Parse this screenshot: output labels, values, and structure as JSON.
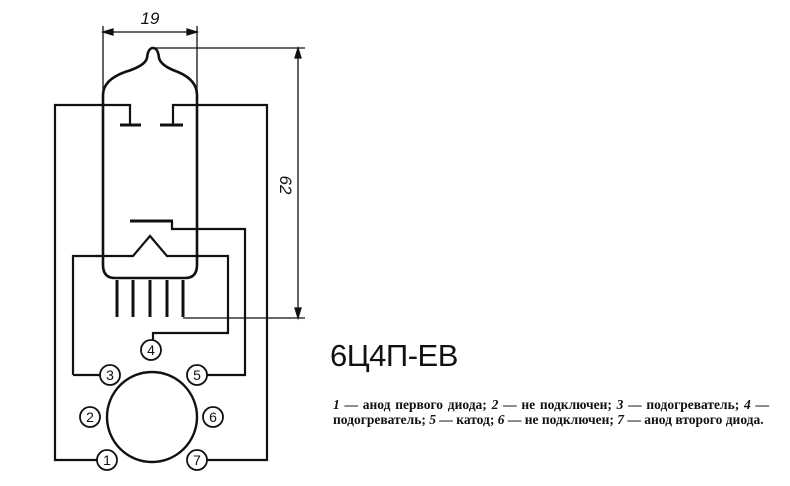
{
  "dimensions": {
    "width_label": "19",
    "height_label": "62"
  },
  "pins": [
    "1",
    "2",
    "3",
    "4",
    "5",
    "6",
    "7"
  ],
  "title": "6Ц4П-ЕВ",
  "legend": [
    {
      "num": "1",
      "text": " — анод первого диода; "
    },
    {
      "num": "2",
      "text": " — не подключен; "
    },
    {
      "num": "3",
      "text": " — подогреватель; "
    },
    {
      "num": "4",
      "text": " — подогреватель; "
    },
    {
      "num": "5",
      "text": " — катод; "
    },
    {
      "num": "6",
      "text": " — не подключен; "
    },
    {
      "num": "7",
      "text": " — анод второго диода."
    }
  ]
}
